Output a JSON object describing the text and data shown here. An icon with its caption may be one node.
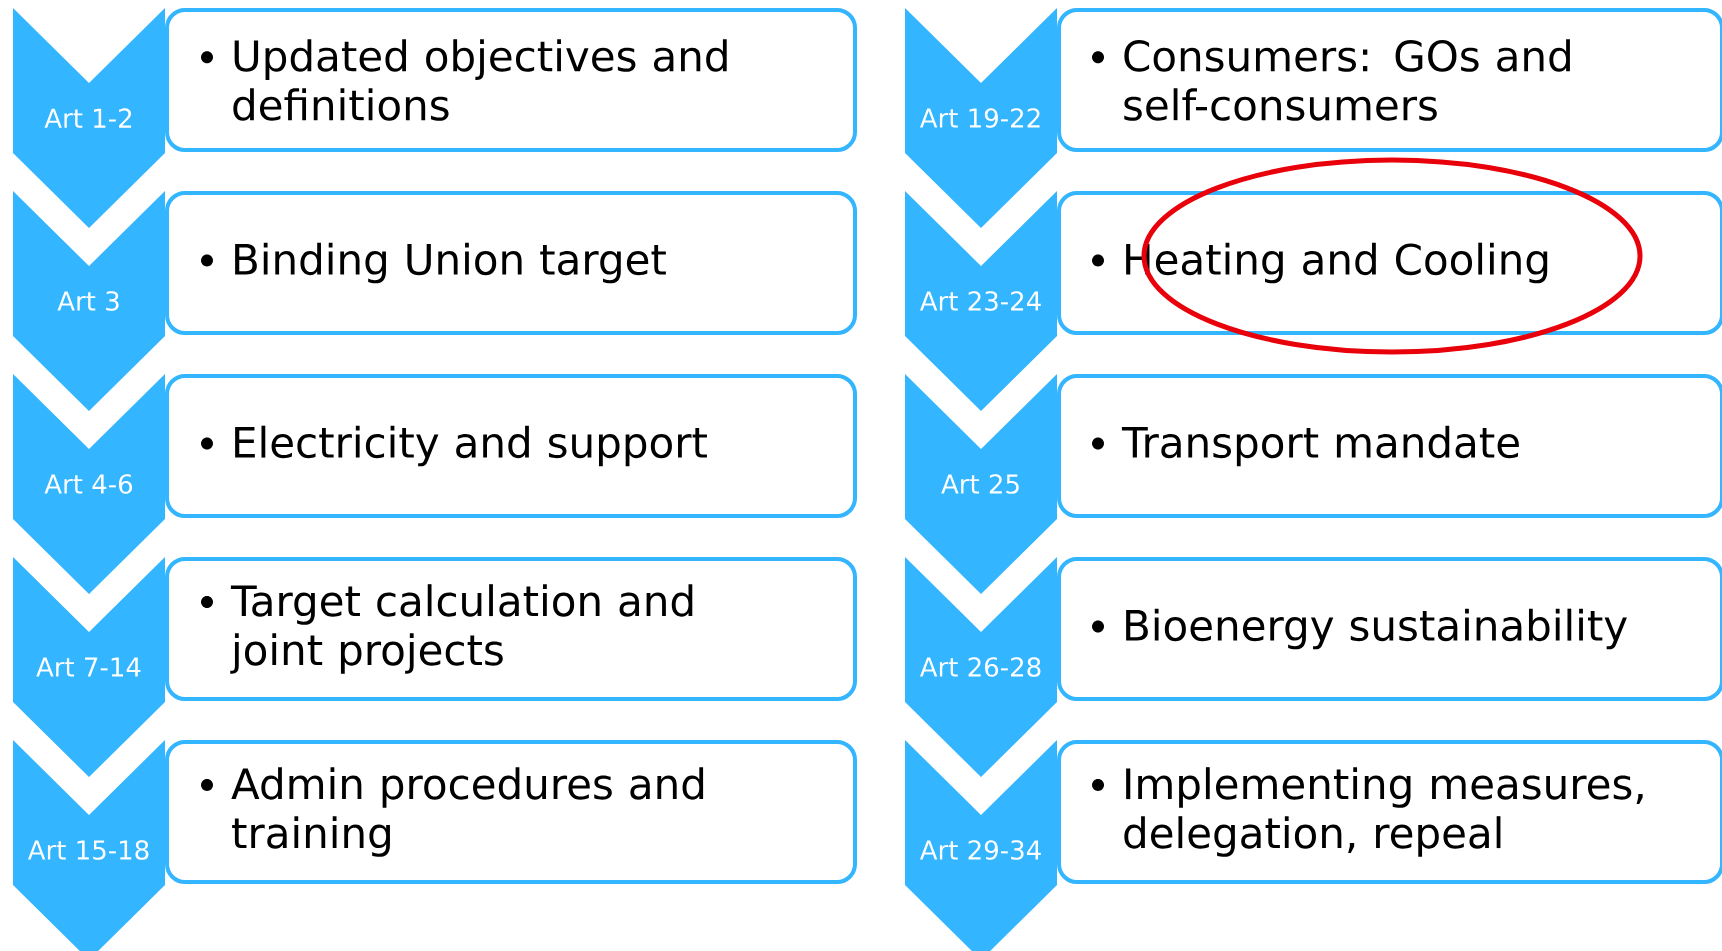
{
  "diagram": {
    "nodes": [
      {
        "text": [
          "Art 1-2"
        ]
      },
      {
        "text": [
          "Updated objectives and definitions"
        ]
      },
      {
        "text": [
          "Art 3"
        ]
      },
      {
        "text": [
          "Binding Union target"
        ]
      },
      {
        "text": [
          "Art 4-6"
        ]
      },
      {
        "text": [
          "Electricity and support"
        ]
      },
      {
        "text": [
          "Art 7-14"
        ]
      },
      {
        "text": [
          "Target calculation and joint projects"
        ]
      },
      {
        "text": [
          "Art 15-18"
        ]
      },
      {
        "text": [
          "Admin procedures and training"
        ]
      },
      {
        "text": [
          "Art 19-22"
        ]
      },
      {
        "text": [
          "Consumers: GOs and self-consumers"
        ]
      },
      {
        "text": [
          "Art 23-24"
        ]
      },
      {
        "text": [
          "Heating and Cooling"
        ]
      },
      {
        "text": [
          "Art 25"
        ]
      },
      {
        "text": [
          "Transport mandate"
        ]
      },
      {
        "text": [
          "Art 26-28"
        ]
      },
      {
        "text": [
          "Bioenergy sustainability"
        ]
      },
      {
        "text": [
          "Art 29-34"
        ]
      },
      {
        "text": [
          "Implementing measures, delegation, repeal"
        ]
      }
    ]
  }
}
